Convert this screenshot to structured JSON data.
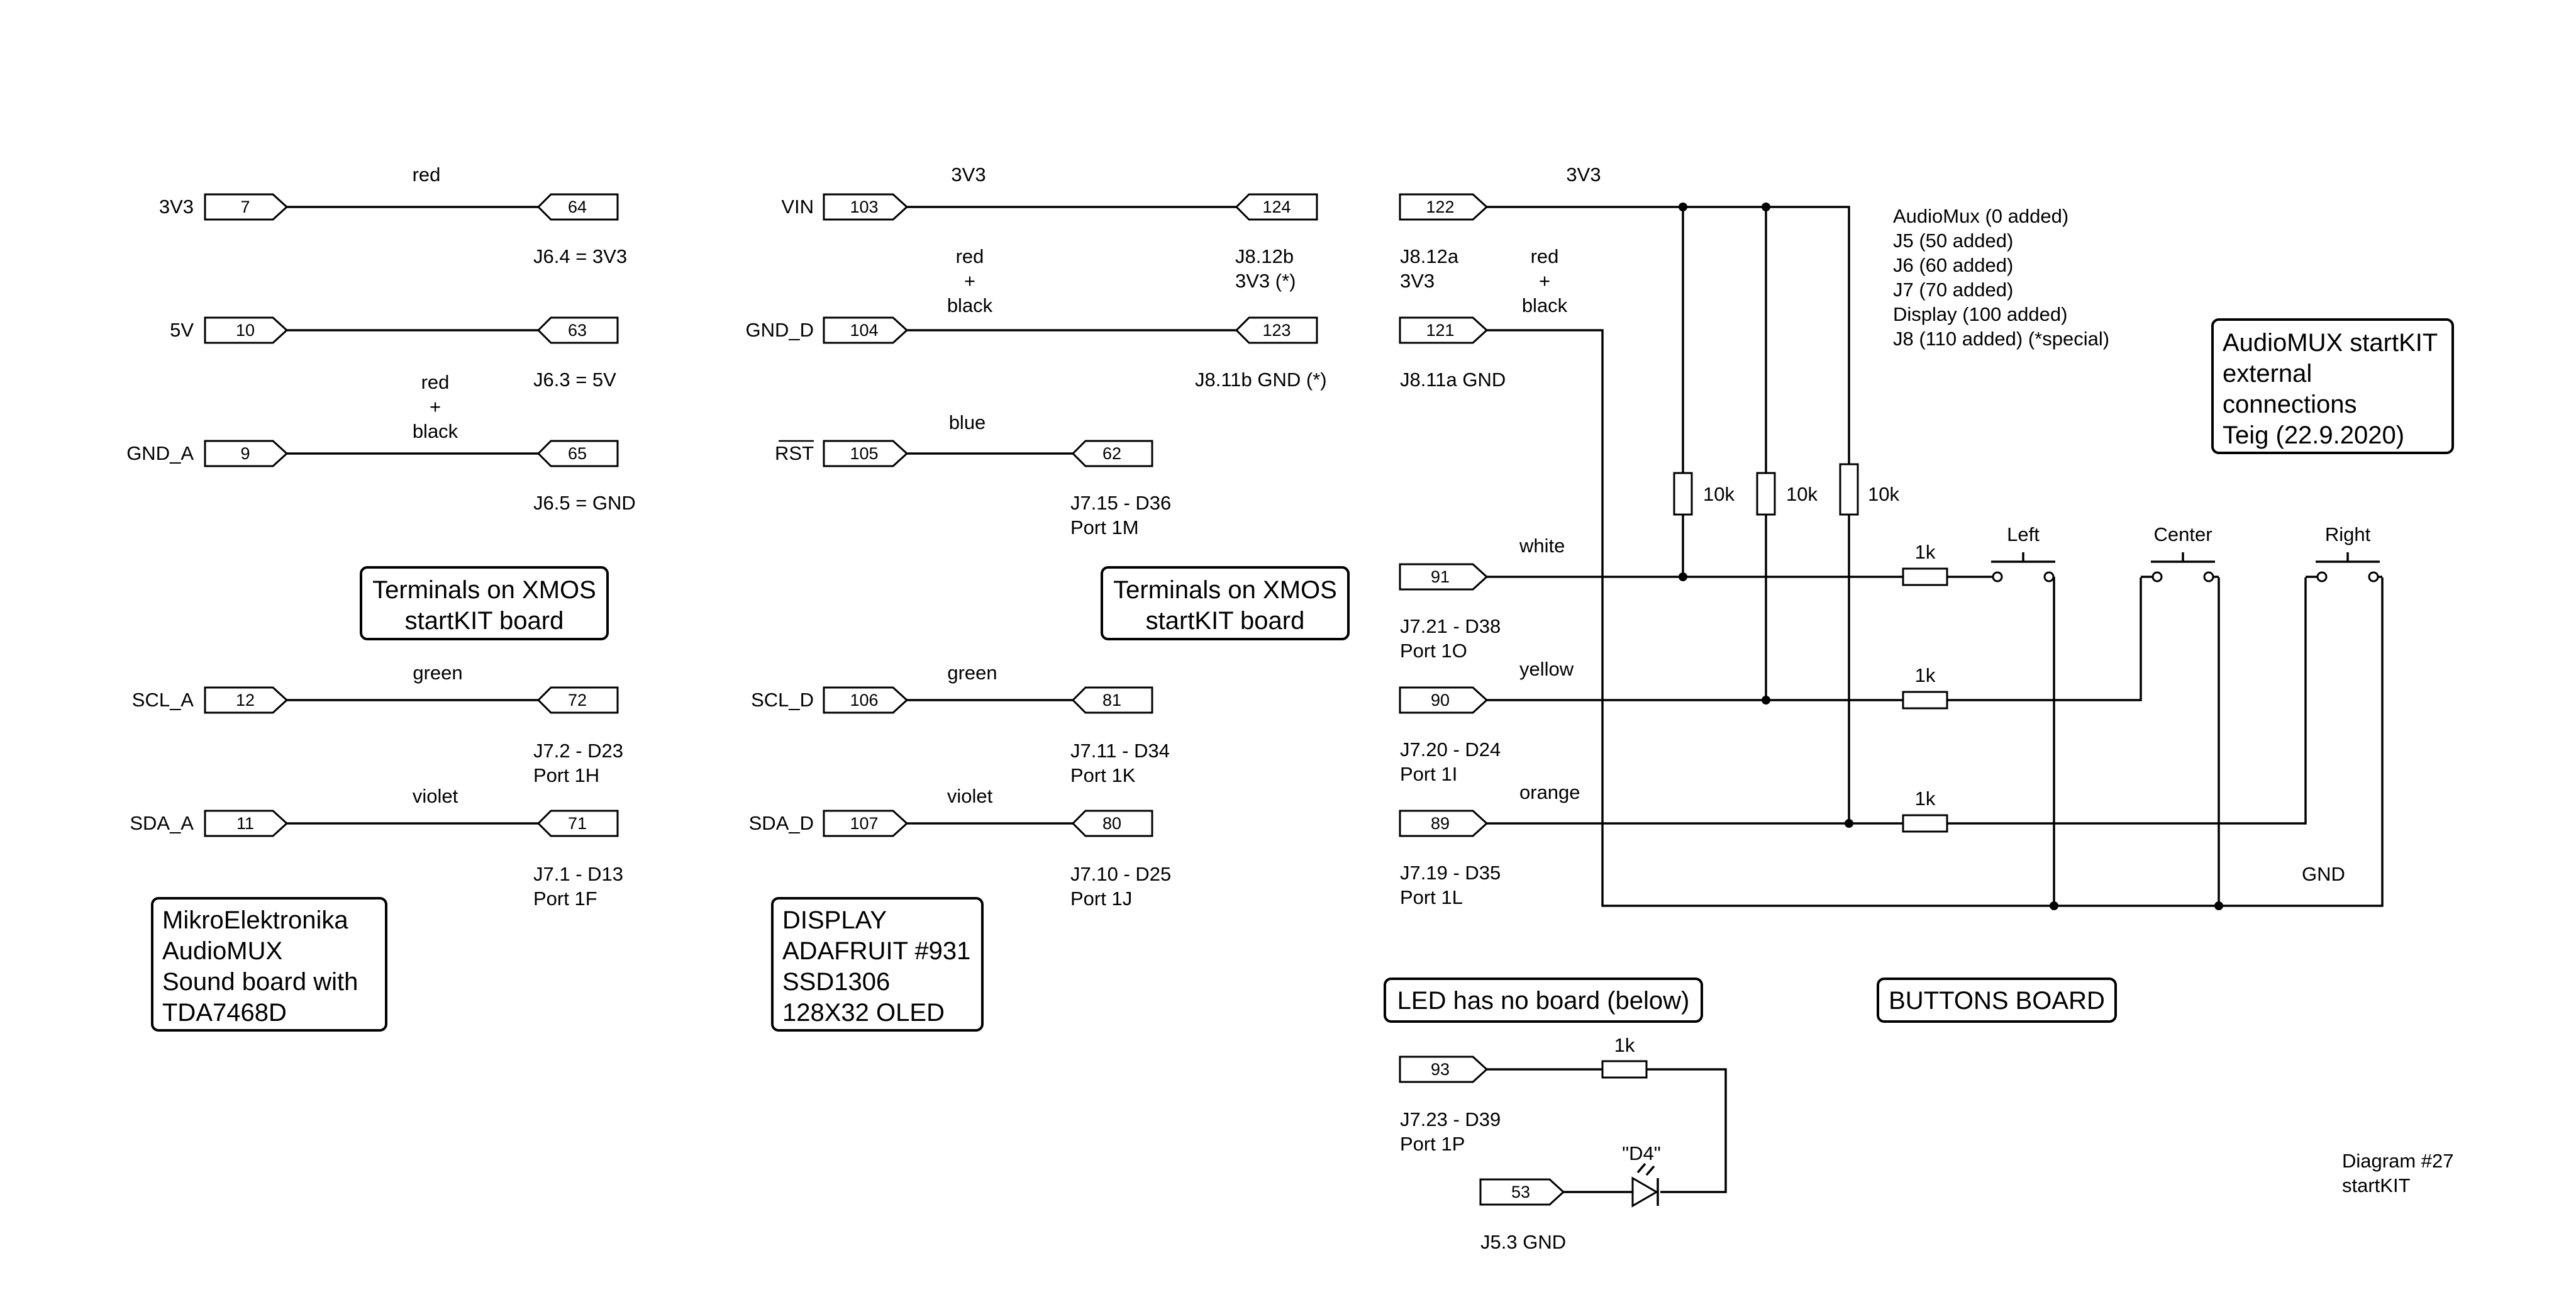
{
  "colors": {
    "ink": "#000000",
    "paper": "#ffffff"
  },
  "audiomux": {
    "nets": [
      {
        "name": "3V3",
        "pin": "7",
        "target": "64",
        "wire": "red",
        "note": "J6.4 = 3V3"
      },
      {
        "name": "5V",
        "pin": "10",
        "target": "63",
        "note": "J6.3 = 5V"
      },
      {
        "name": "GND_A",
        "pin": "9",
        "target": "65",
        "wire": [
          "red",
          "+",
          "black"
        ],
        "note": "J6.5 = GND"
      },
      {
        "name": "SCL_A",
        "pin": "12",
        "target": "72",
        "wire": "green",
        "note": [
          "J7.2 - D23",
          "Port 1H"
        ]
      },
      {
        "name": "SDA_A",
        "pin": "11",
        "target": "71",
        "wire": "violet",
        "note": [
          "J7.1 - D13",
          "Port 1F"
        ]
      }
    ],
    "terminals_box": [
      "Terminals on XMOS",
      "startKIT board"
    ],
    "board_box": [
      "MikroElektronika",
      "AudioMUX",
      "Sound board with",
      "TDA7468D"
    ]
  },
  "display": {
    "nets": [
      {
        "name": "VIN",
        "pin": "103",
        "target": "124",
        "wire": "3V3",
        "note": [
          "J8.12b",
          "3V3 (*)"
        ]
      },
      {
        "name": "GND_D",
        "pin": "104",
        "target": "123",
        "wire": [
          "red",
          "+",
          "black"
        ],
        "note": "J8.11b GND (*)"
      },
      {
        "name": "RST",
        "pin": "105",
        "target": "62",
        "wire": "blue",
        "note": [
          "J7.15 - D36",
          "Port 1M"
        ]
      },
      {
        "name": "SCL_D",
        "pin": "106",
        "target": "81",
        "wire": "green",
        "note": [
          "J7.11 - D34",
          "Port 1K"
        ]
      },
      {
        "name": "SDA_D",
        "pin": "107",
        "target": "80",
        "wire": "violet",
        "note": [
          "J7.10 - D25",
          "Port 1J"
        ]
      }
    ],
    "terminals_box": [
      "Terminals on XMOS",
      "startKIT board"
    ],
    "board_box": [
      "DISPLAY",
      "ADAFRUIT #931",
      "SSD1306",
      "128X32 OLED"
    ]
  },
  "buttons": {
    "pins": [
      {
        "pin": "122",
        "wire": "3V3",
        "note": [
          "J8.12a",
          "3V3"
        ]
      },
      {
        "pin": "121",
        "wire": [
          "red",
          "+",
          "black"
        ],
        "note": "J8.11a GND"
      },
      {
        "pin": "91",
        "wire": "white",
        "note": [
          "J7.21 - D38",
          "Port 1O"
        ]
      },
      {
        "pin": "90",
        "wire": "yellow",
        "note": [
          "J7.20 - D24",
          "Port 1I"
        ]
      },
      {
        "pin": "89",
        "wire": "orange",
        "note": [
          "J7.19 - D35",
          "Port 1L"
        ]
      }
    ],
    "pullups": [
      "10k",
      "10k",
      "10k"
    ],
    "series_resistors": [
      "1k",
      "1k",
      "1k"
    ],
    "switches": [
      "Left",
      "Center",
      "Right"
    ],
    "gnd_label": "GND",
    "offsets": [
      "AudioMux (0 added)",
      "J5 (50 added)",
      "J6 (60 added)",
      "J7 (70 added)",
      "Display (100 added)",
      "J8 (110 added) (*special)"
    ],
    "title_box": [
      "AudioMUX startKIT",
      "external",
      "connections",
      "Teig (22.9.2020)"
    ],
    "board_label": "BUTTONS BOARD"
  },
  "led": {
    "board_label": "LED has no board (below)",
    "pin": "93",
    "note": [
      "J7.23 - D39",
      "Port 1P"
    ],
    "resistor": "1k",
    "diode": "\"D4\"",
    "gnd_pin": "53",
    "gnd_note": "J5.3 GND"
  },
  "diagram_id": [
    "Diagram #27",
    "startKIT"
  ]
}
